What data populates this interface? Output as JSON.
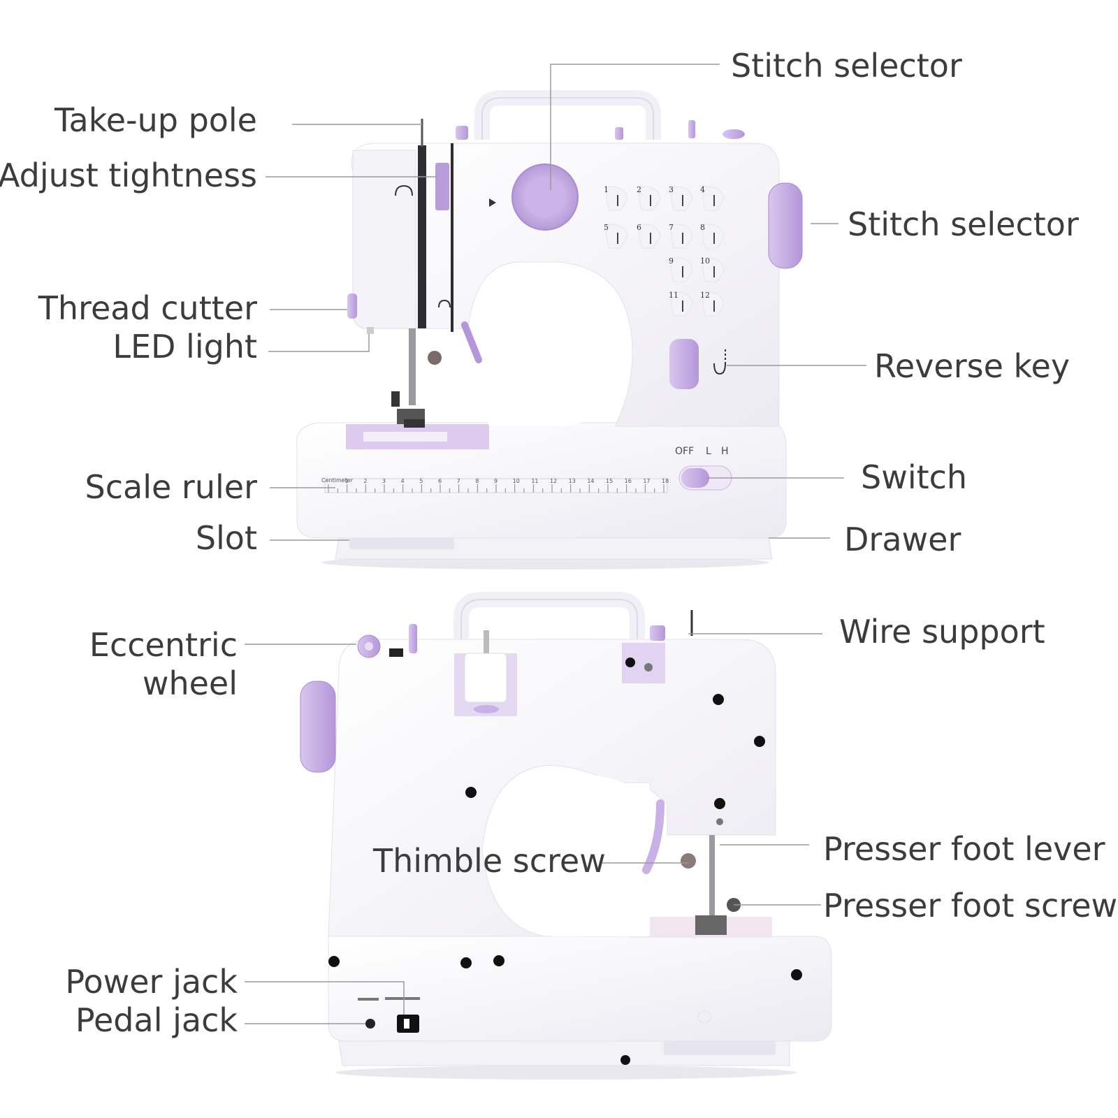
{
  "labels": {
    "stitch_selector_top": "Stitch selector",
    "take_up_pole": "Take-up pole",
    "adjust_tightness": "Adjust tightness",
    "stitch_selector_right": "Stitch selector",
    "thread_cutter": "Thread cutter",
    "led_light": "LED light",
    "reverse_key": "Reverse key",
    "scale_ruler": "Scale ruler",
    "switch": "Switch",
    "slot": "Slot",
    "drawer": "Drawer",
    "eccentric_wheel_line1": "Eccentric",
    "eccentric_wheel_line2": "wheel",
    "wire_support": "Wire support",
    "thimble_screw": "Thimble screw",
    "presser_foot_lever": "Presser foot lever",
    "presser_foot_screw": "Presser foot screw",
    "power_jack": "Power jack",
    "pedal_jack": "Pedal jack"
  },
  "machine_text": {
    "switch_off": "OFF",
    "switch_l": "L",
    "switch_h": "H",
    "ruler_caption": "Centimeter",
    "stitch_numbers": [
      "1",
      "2",
      "3",
      "4",
      "5",
      "6",
      "7",
      "8",
      "9",
      "10",
      "11",
      "12"
    ],
    "ruler_numbers": [
      "1",
      "2",
      "3",
      "4",
      "5",
      "6",
      "7",
      "8",
      "9",
      "10",
      "11",
      "12",
      "13",
      "14",
      "15",
      "16",
      "17",
      "18"
    ]
  },
  "colors": {
    "accent_lavender": "#c9b0e6",
    "accent_lavender_dark": "#a98bd0",
    "body_white": "#fbfbfd",
    "body_shadow": "#e6e4ee",
    "label_text": "#3c3c3c",
    "leader_line": "#9a9a9a"
  }
}
